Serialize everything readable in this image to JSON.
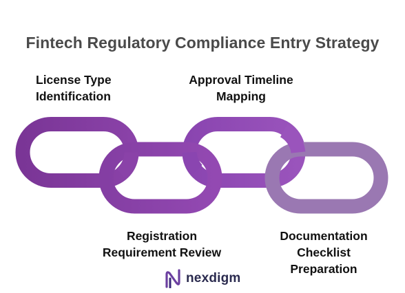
{
  "title": "Fintech Regulatory Compliance Entry Strategy",
  "colors": {
    "link_1": "#7e3d99",
    "link_2": "#8a3fa8",
    "link_3": "#8e46b5",
    "link_4": "#9a78b2",
    "title_text": "#4a4a4a",
    "label_text": "#111111"
  },
  "steps": [
    {
      "line1": "License Type",
      "line2": "Identification"
    },
    {
      "line1": "Approval Timeline",
      "line2": "Mapping"
    },
    {
      "line1": "Registration",
      "line2": "Requirement Review"
    },
    {
      "line1": "Documentation",
      "line2": "Checklist",
      "line3": "Preparation"
    }
  ],
  "brand": {
    "name": "nexdigm",
    "icon": "nexdigm-logo-icon"
  }
}
